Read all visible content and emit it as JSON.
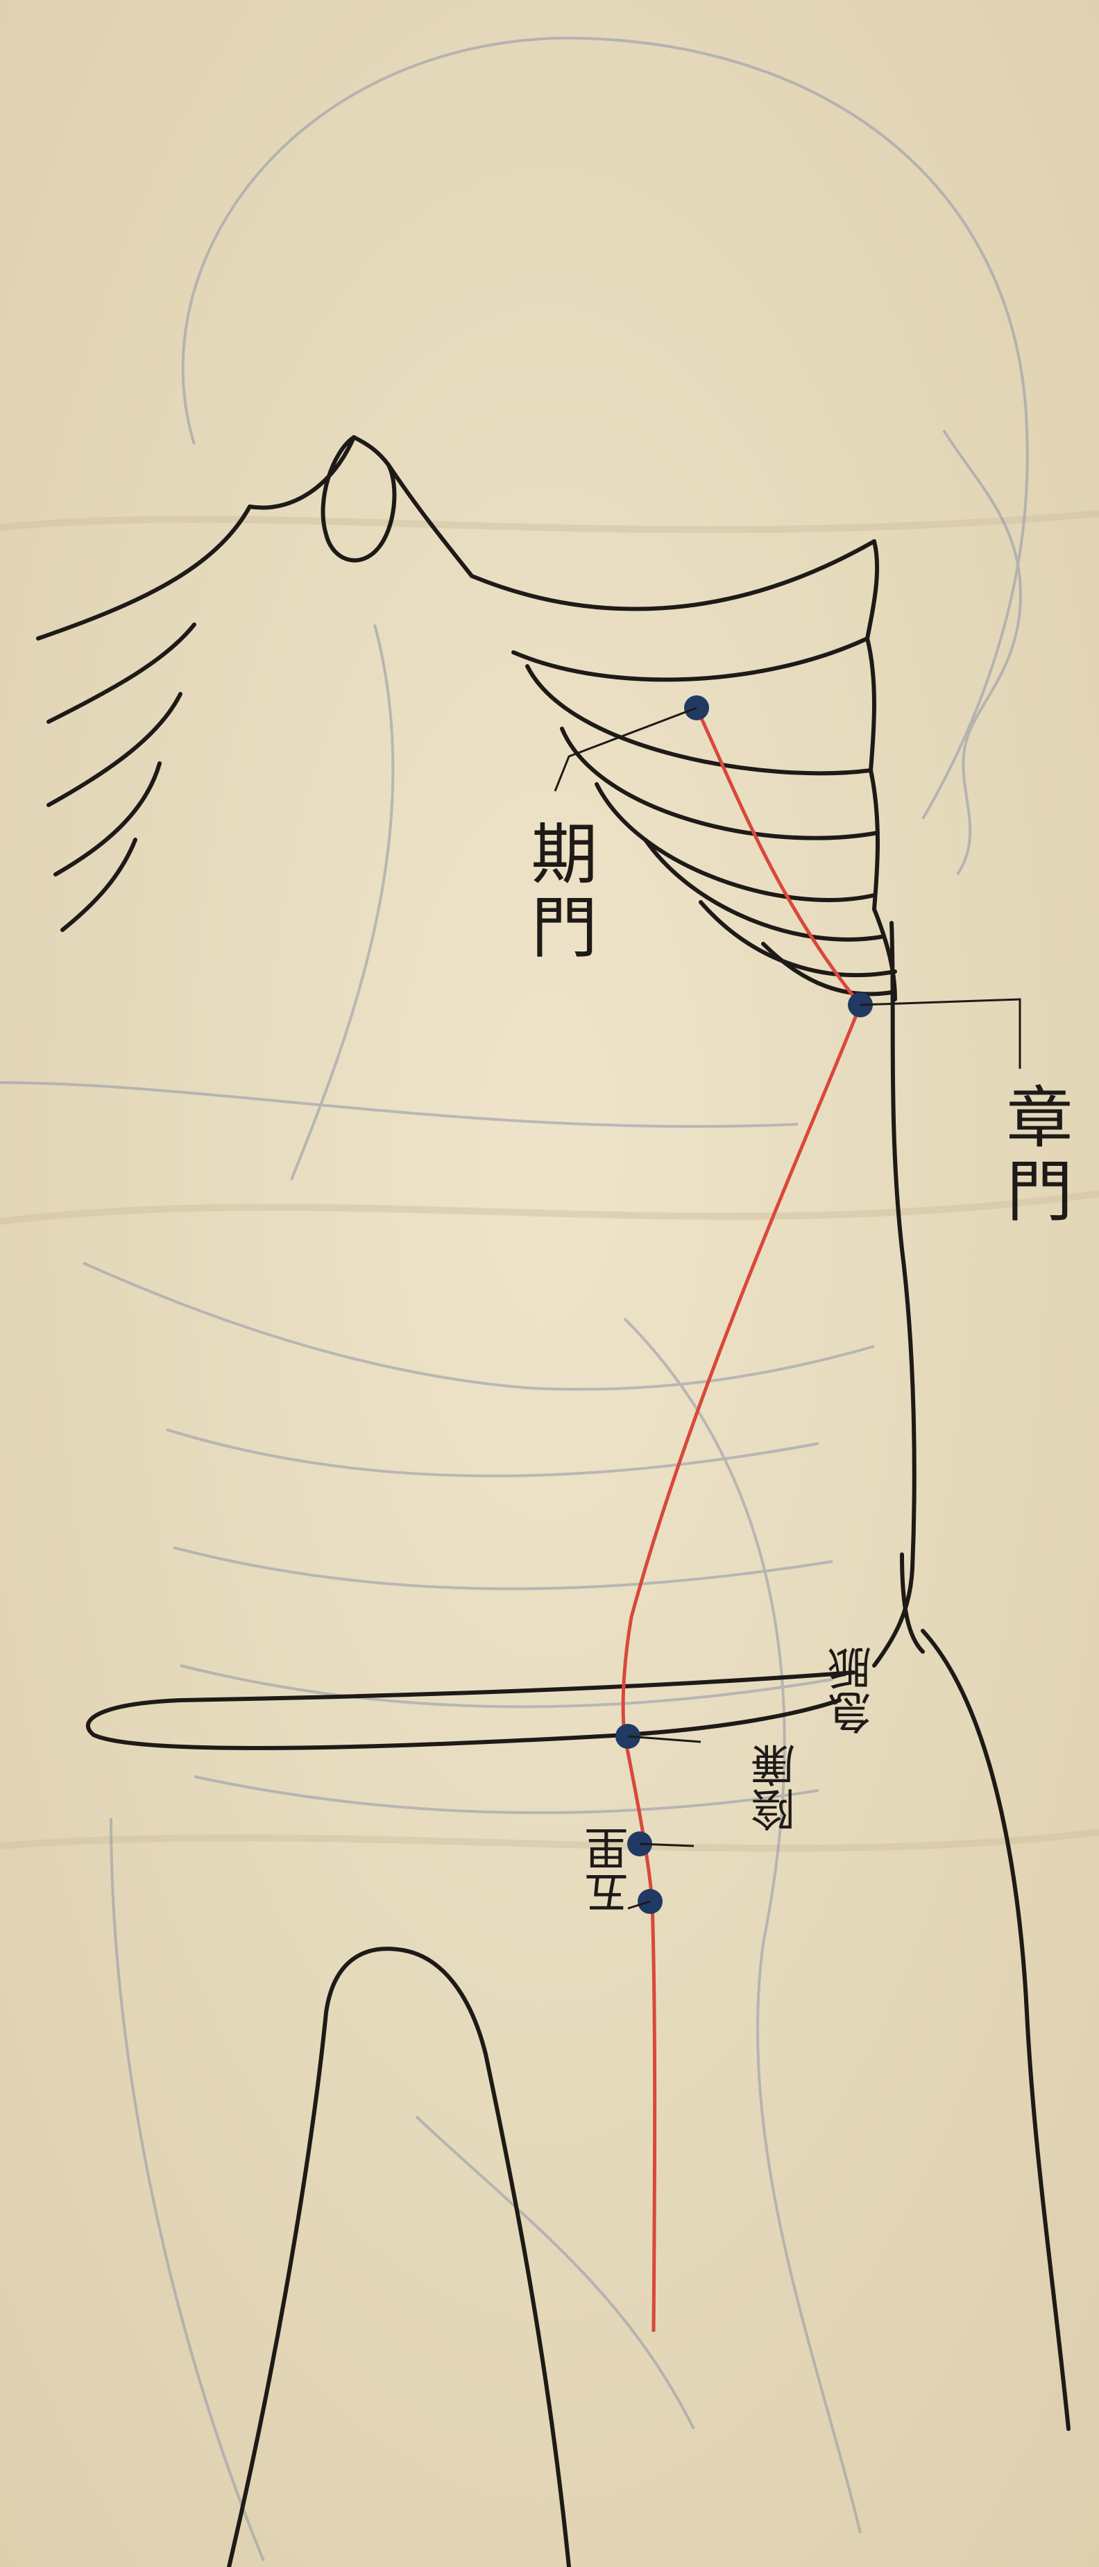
{
  "points": {
    "qimen": "期門",
    "zhangmen": "章門",
    "jimai": "急脈",
    "yinlian": "陰廉",
    "wuli": "五里"
  },
  "colors": {
    "paper": "#e9ddc1",
    "ink": "#1d1a17",
    "meridian": "#d9483b",
    "point": "#203a63",
    "sketch": "#8f96a8"
  }
}
